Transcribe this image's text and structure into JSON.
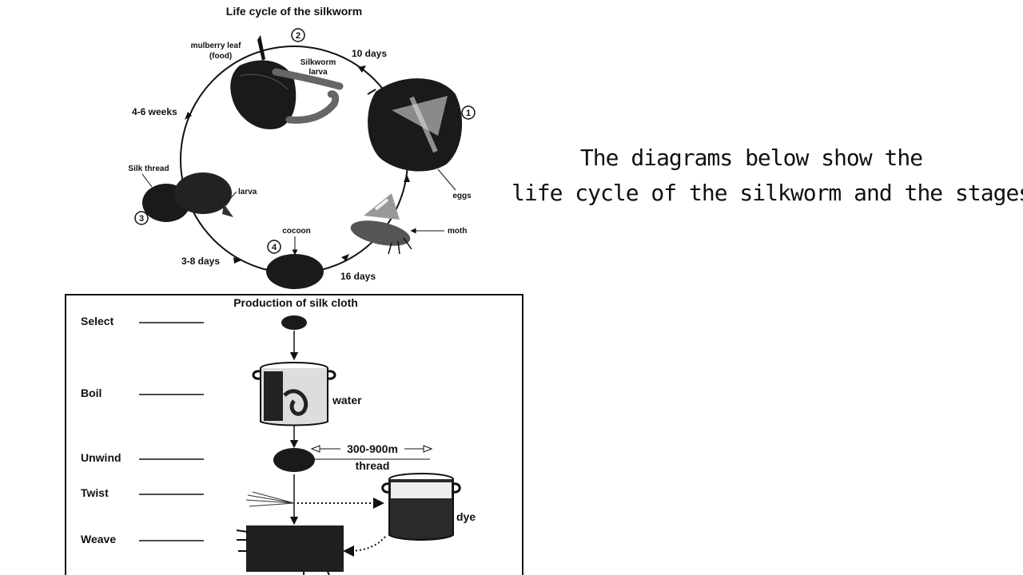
{
  "cycle": {
    "title": "Life cycle of the silkworm",
    "stage_numbers": [
      "1",
      "2",
      "3",
      "4"
    ],
    "labels": {
      "mulberry_leaf": "mulberry leaf",
      "mulberry_food": "(food)",
      "silkworm": "Silkworm",
      "larva_top": "larva",
      "silk_thread": "Silk thread",
      "larva_side": "larva",
      "cocoon": "cocoon",
      "moth": "moth",
      "eggs": "eggs"
    },
    "durations": {
      "d10": "10 days",
      "w46": "4-6 weeks",
      "d38": "3-8 days",
      "d16": "16 days"
    }
  },
  "production": {
    "title": "Production of silk cloth",
    "steps": [
      "Select",
      "Boil",
      "Unwind",
      "Twist",
      "Weave"
    ],
    "water": "water",
    "length": "300-900m",
    "thread": "thread",
    "dye": "dye"
  },
  "caption": {
    "line1": "The diagrams below show the",
    "line2": "life cycle of the silkworm and the stages"
  },
  "colors": {
    "ink": "#111111",
    "background": "#ffffff"
  }
}
